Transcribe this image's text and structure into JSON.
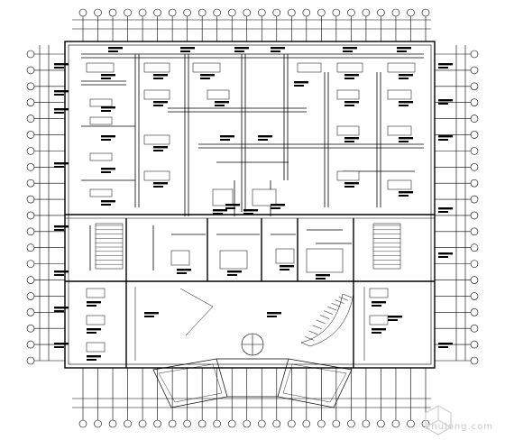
{
  "drawing": {
    "type": "HVAC floor plan (CAD)",
    "watermark_text": "zhulong.com",
    "axis_top_markers": 24,
    "axis_side_markers": 20
  }
}
